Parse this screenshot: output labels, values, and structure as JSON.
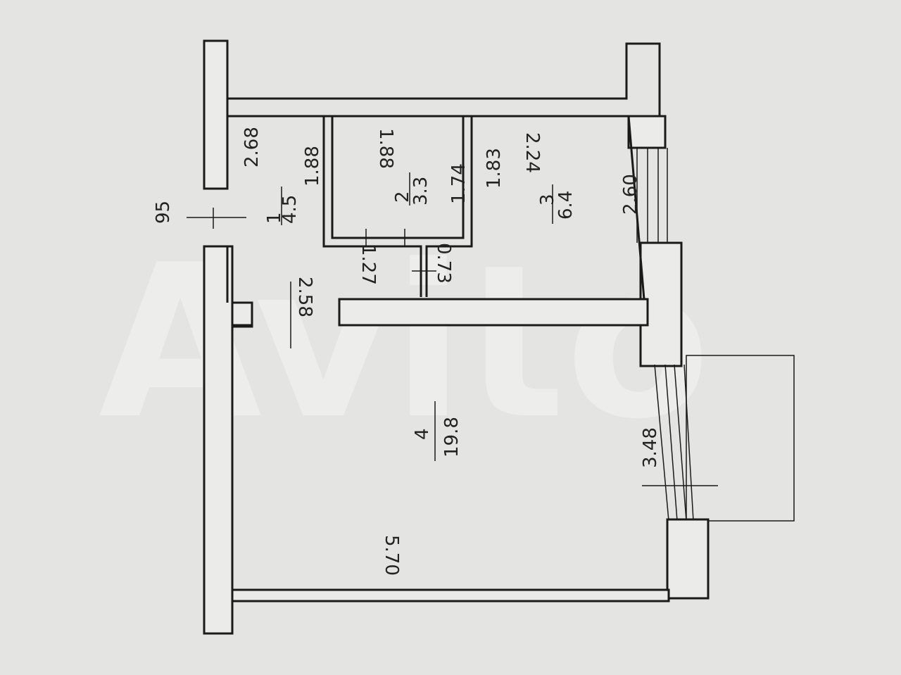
{
  "watermark": "Avito",
  "dimensions": {
    "entrance_width": "95",
    "hall_length": "2.68",
    "hall_inner_wall": "1.88",
    "bath_top": "1.88",
    "bath_side": "1.74",
    "kitchen_wall": "1.83",
    "kitchen_top": "2.24",
    "kitchen_side": "2.60",
    "bath_door": "1.27",
    "kitchen_door": "0.73",
    "room_door": "2.58",
    "room_window": "3.48",
    "room_length": "5.70"
  },
  "rooms": [
    {
      "number": "1",
      "area": "4.5"
    },
    {
      "number": "2",
      "area": "3.3"
    },
    {
      "number": "3",
      "area": "6.4"
    },
    {
      "number": "4",
      "area": "19.8"
    }
  ],
  "colors": {
    "paper": "#e4e4e2",
    "ink": "#1a1a1a"
  }
}
